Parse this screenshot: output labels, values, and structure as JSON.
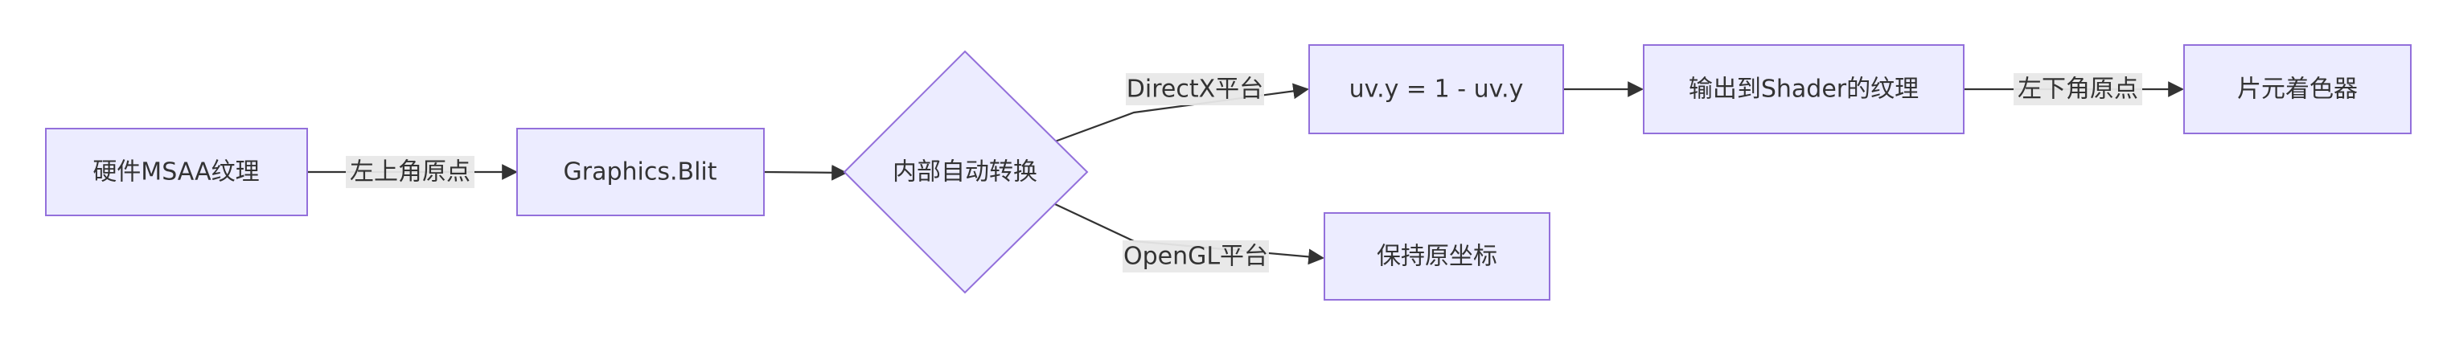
{
  "nodes": {
    "msaa": "硬件MSAA纹理",
    "blit": "Graphics.Blit",
    "convert": "内部自动转换",
    "uvflip": "uv.y = 1 - uv.y",
    "output": "输出到Shader的纹理",
    "fragment": "片元着色器",
    "keep": "保持原坐标"
  },
  "edges": {
    "msaa_blit": "左上角原点",
    "convert_uvflip": "DirectX平台",
    "convert_keep": "OpenGL平台",
    "output_fragment": "左下角原点"
  },
  "colors": {
    "node_fill": "#ECECFF",
    "node_stroke": "#9370DB",
    "edge": "#333333",
    "label_bg": "#e8e8e8"
  }
}
